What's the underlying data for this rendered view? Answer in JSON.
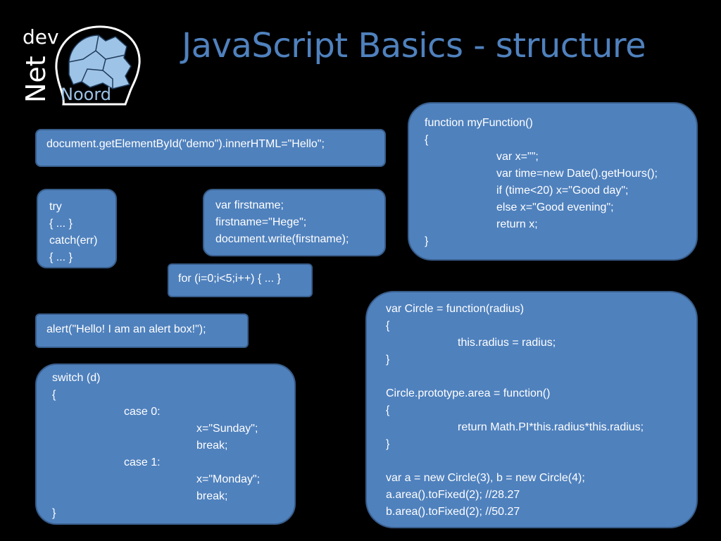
{
  "slide": {
    "title": "JavaScript Basics - structure",
    "logo": {
      "text_dev": "dev",
      "text_net": "Net",
      "text_noord": "Noord",
      "icon": "head-map-icon"
    }
  },
  "colors": {
    "background": "#000000",
    "title": "#4f81bd",
    "box_fill": "#4f81bd",
    "box_border": "#385d8a",
    "code_text": "#ffffff"
  },
  "boxes": {
    "getelement": {
      "lines": [
        "document.getElementById(\"demo\").innerHTML=\"Hello\";"
      ]
    },
    "try": {
      "lines": [
        "try",
        "{ ... }",
        "catch(err)",
        "{ ... }"
      ]
    },
    "var": {
      "lines": [
        "var firstname;",
        "firstname=\"Hege\";",
        "document.write(firstname);"
      ]
    },
    "for": {
      "lines": [
        "for (i=0;i<5;i++) { ... }"
      ]
    },
    "alert": {
      "lines": [
        "alert(\"Hello! I am an alert box!\");"
      ]
    },
    "switch": {
      "lines": [
        "switch (d)",
        "{",
        "case 0:",
        "x=\"Sunday\";",
        "break;",
        "case 1:",
        "x=\"Monday\";",
        "break;",
        "}"
      ]
    },
    "function": {
      "lines": [
        "function myFunction()",
        "{",
        "var x=\"\";",
        "var time=new Date().getHours();",
        "if (time<20) x=\"Good day\";",
        "else x=\"Good evening\";",
        "return x;",
        "}"
      ]
    },
    "circle": {
      "lines": [
        "var Circle = function(radius)",
        "{",
        "this.radius = radius;",
        "}",
        "",
        "Circle.prototype.area = function()",
        "{",
        "return Math.PI*this.radius*this.radius;",
        "}",
        "",
        "var a = new Circle(3), b = new Circle(4);",
        "a.area().toFixed(2); //28.27",
        "b.area().toFixed(2); //50.27"
      ]
    }
  }
}
